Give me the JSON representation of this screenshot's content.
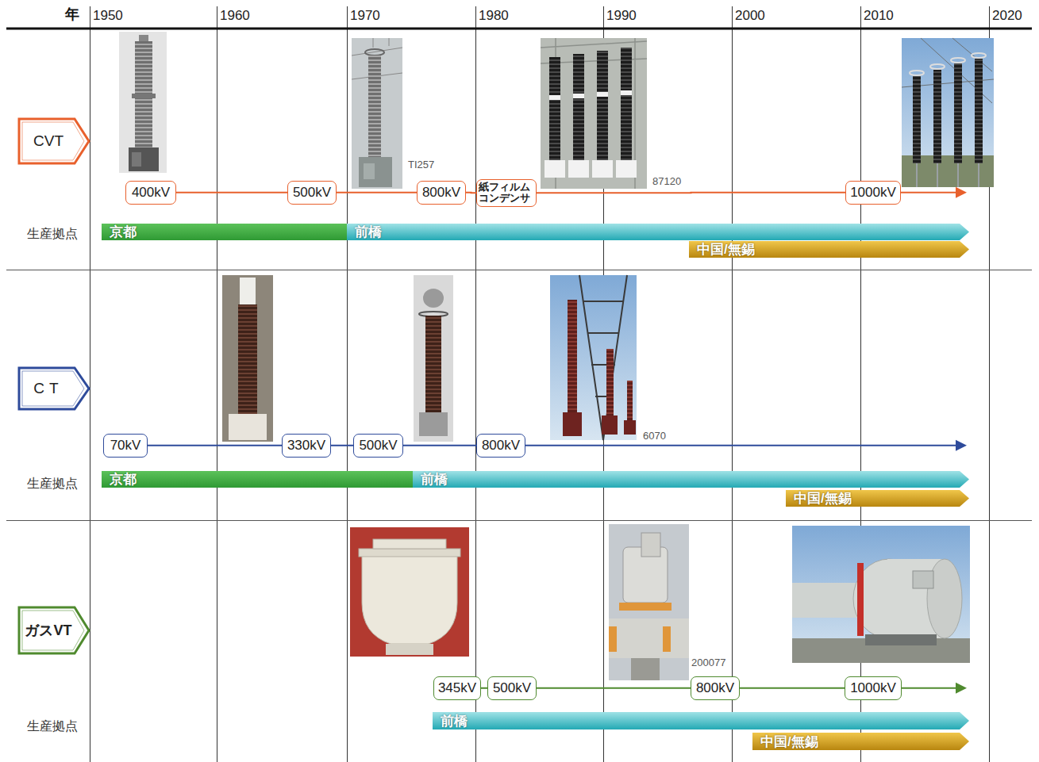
{
  "diagram": {
    "nodes": [
      {
        "text": [
          "CVT"
        ]
      },
      {
        "text": [
          "400kV"
        ]
      },
      {
        "text": [
          "500kV"
        ]
      },
      {
        "text": [
          "800kV"
        ]
      },
      {
        "text": [
          "紙フィルム コンデンサ"
        ]
      },
      {
        "text": [
          "1000kV"
        ]
      },
      {
        "text": [
          "京都"
        ]
      },
      {
        "text": [
          "前橋"
        ]
      },
      {
        "text": [
          "中国/無錫"
        ]
      },
      {
        "text": [
          "CT"
        ]
      },
      {
        "text": [
          "70kV"
        ]
      },
      {
        "text": [
          "330kV"
        ]
      },
      {
        "text": [
          "500kV"
        ]
      },
      {
        "text": [
          "800kV"
        ]
      },
      {
        "text": [
          "京都"
        ]
      },
      {
        "text": [
          "前橋"
        ]
      },
      {
        "text": [
          "中国/無錫"
        ]
      },
      {
        "text": [
          "ガスVT"
        ]
      },
      {
        "text": [
          "345kV"
        ]
      },
      {
        "text": [
          "500kV"
        ]
      },
      {
        "text": [
          "800kV"
        ]
      },
      {
        "text": [
          "1000kV"
        ]
      },
      {
        "text": [
          "前橋"
        ]
      },
      {
        "text": [
          "中国/無錫"
        ]
      }
    ],
    "edges": [
      {
        "from": 1,
        "to": 2,
        "arrow": "none"
      },
      {
        "from": 2,
        "to": 3,
        "arrow": "none"
      },
      {
        "from": 3,
        "to": 4,
        "arrow": "none"
      },
      {
        "from": 4,
        "to": 5,
        "arrow": "none"
      },
      {
        "from": 10,
        "to": 11,
        "arrow": "none"
      },
      {
        "from": 11,
        "to": 12,
        "arrow": "none"
      },
      {
        "from": 12,
        "to": 13,
        "arrow": "none"
      },
      {
        "from": 18,
        "to": 19,
        "arrow": "none"
      },
      {
        "from": 19,
        "to": 20,
        "arrow": "none"
      },
      {
        "from": 20,
        "to": 21,
        "arrow": "none"
      }
    ],
    "labels": [
      "年",
      "1950",
      "1960",
      "1970",
      "1980",
      "1990",
      "2000",
      "2010",
      "2020",
      "TI257",
      "87120",
      "生産拠点",
      "6070",
      "生産拠点",
      "200077",
      "生産拠点"
    ]
  }
}
